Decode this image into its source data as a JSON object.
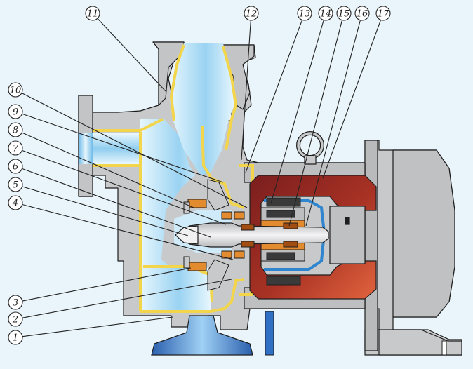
{
  "colors": {
    "background": "#eaf5fb",
    "casing": "#c8c9cb",
    "casing_dark": "#9fa1a4",
    "outline": "#1e1e1e",
    "liner": "#f2d54a",
    "liner_edge": "#b89612",
    "fluid": "#7fc6ee",
    "fluid_light": "#dff2fc",
    "magnet_rotor": "#8a2424",
    "magnet_rotor_light": "#d8563a",
    "shaft": "#dcdde0",
    "bearing": "#e28b2f",
    "bearing_dark": "#a24d12",
    "magnet_block": "#3a3a3a",
    "can": "#4aa3e0",
    "base_blue": "#2f6fc4"
  },
  "callouts": [
    {
      "id": "c1",
      "label": "1"
    },
    {
      "id": "c2",
      "label": "2"
    },
    {
      "id": "c3",
      "label": "3"
    },
    {
      "id": "c4",
      "label": "4"
    },
    {
      "id": "c5",
      "label": "5"
    },
    {
      "id": "c6",
      "label": "6"
    },
    {
      "id": "c7",
      "label": "7"
    },
    {
      "id": "c8",
      "label": "8"
    },
    {
      "id": "c9",
      "label": "9"
    },
    {
      "id": "c10",
      "label": "10"
    },
    {
      "id": "c11",
      "label": "11"
    },
    {
      "id": "c12",
      "label": "12"
    },
    {
      "id": "c13",
      "label": "13"
    },
    {
      "id": "c14",
      "label": "14"
    },
    {
      "id": "c15",
      "label": "15"
    },
    {
      "id": "c16",
      "label": "16"
    },
    {
      "id": "c17",
      "label": "17"
    }
  ]
}
